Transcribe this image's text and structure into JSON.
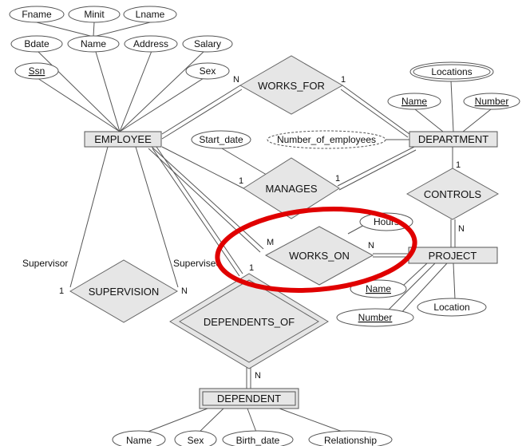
{
  "entities": {
    "employee": "EMPLOYEE",
    "department": "DEPARTMENT",
    "project": "PROJECT",
    "dependent": "DEPENDENT"
  },
  "relationships": {
    "works_for": "WORKS_FOR",
    "manages": "MANAGES",
    "controls": "CONTROLS",
    "works_on": "WORKS_ON",
    "supervision": "SUPERVISION",
    "dependents_of": "DEPENDENTS_OF"
  },
  "attributes": {
    "fname": "Fname",
    "minit": "Minit",
    "lname": "Lname",
    "bdate": "Bdate",
    "emp_name": "Name",
    "address": "Address",
    "salary": "Salary",
    "ssn": "Ssn",
    "emp_sex": "Sex",
    "locations": "Locations",
    "dept_name": "Name",
    "dept_number": "Number",
    "start_date": "Start_date",
    "number_of_employees": "Number_of_employees",
    "hours": "Hours",
    "proj_name": "Name",
    "proj_number": "Number",
    "location": "Location",
    "dep_name": "Name",
    "dep_sex": "Sex",
    "birth_date": "Birth_date",
    "relationship": "Relationship"
  },
  "roles": {
    "supervisor": "Supervisor",
    "supervisee": "Supervisee"
  },
  "cardinalities": {
    "works_for_emp": "N",
    "works_for_dept": "1",
    "manages_emp": "1",
    "manages_dept": "1",
    "controls_dept": "1",
    "controls_proj": "N",
    "works_on_emp": "M",
    "works_on_proj": "N",
    "supervision_supervisor": "1",
    "supervision_supervisee": "N",
    "dependents_of_emp": "1",
    "dependents_of_dep": "N"
  },
  "highlight": {
    "color": "#e00000",
    "target": "WORKS_ON"
  }
}
